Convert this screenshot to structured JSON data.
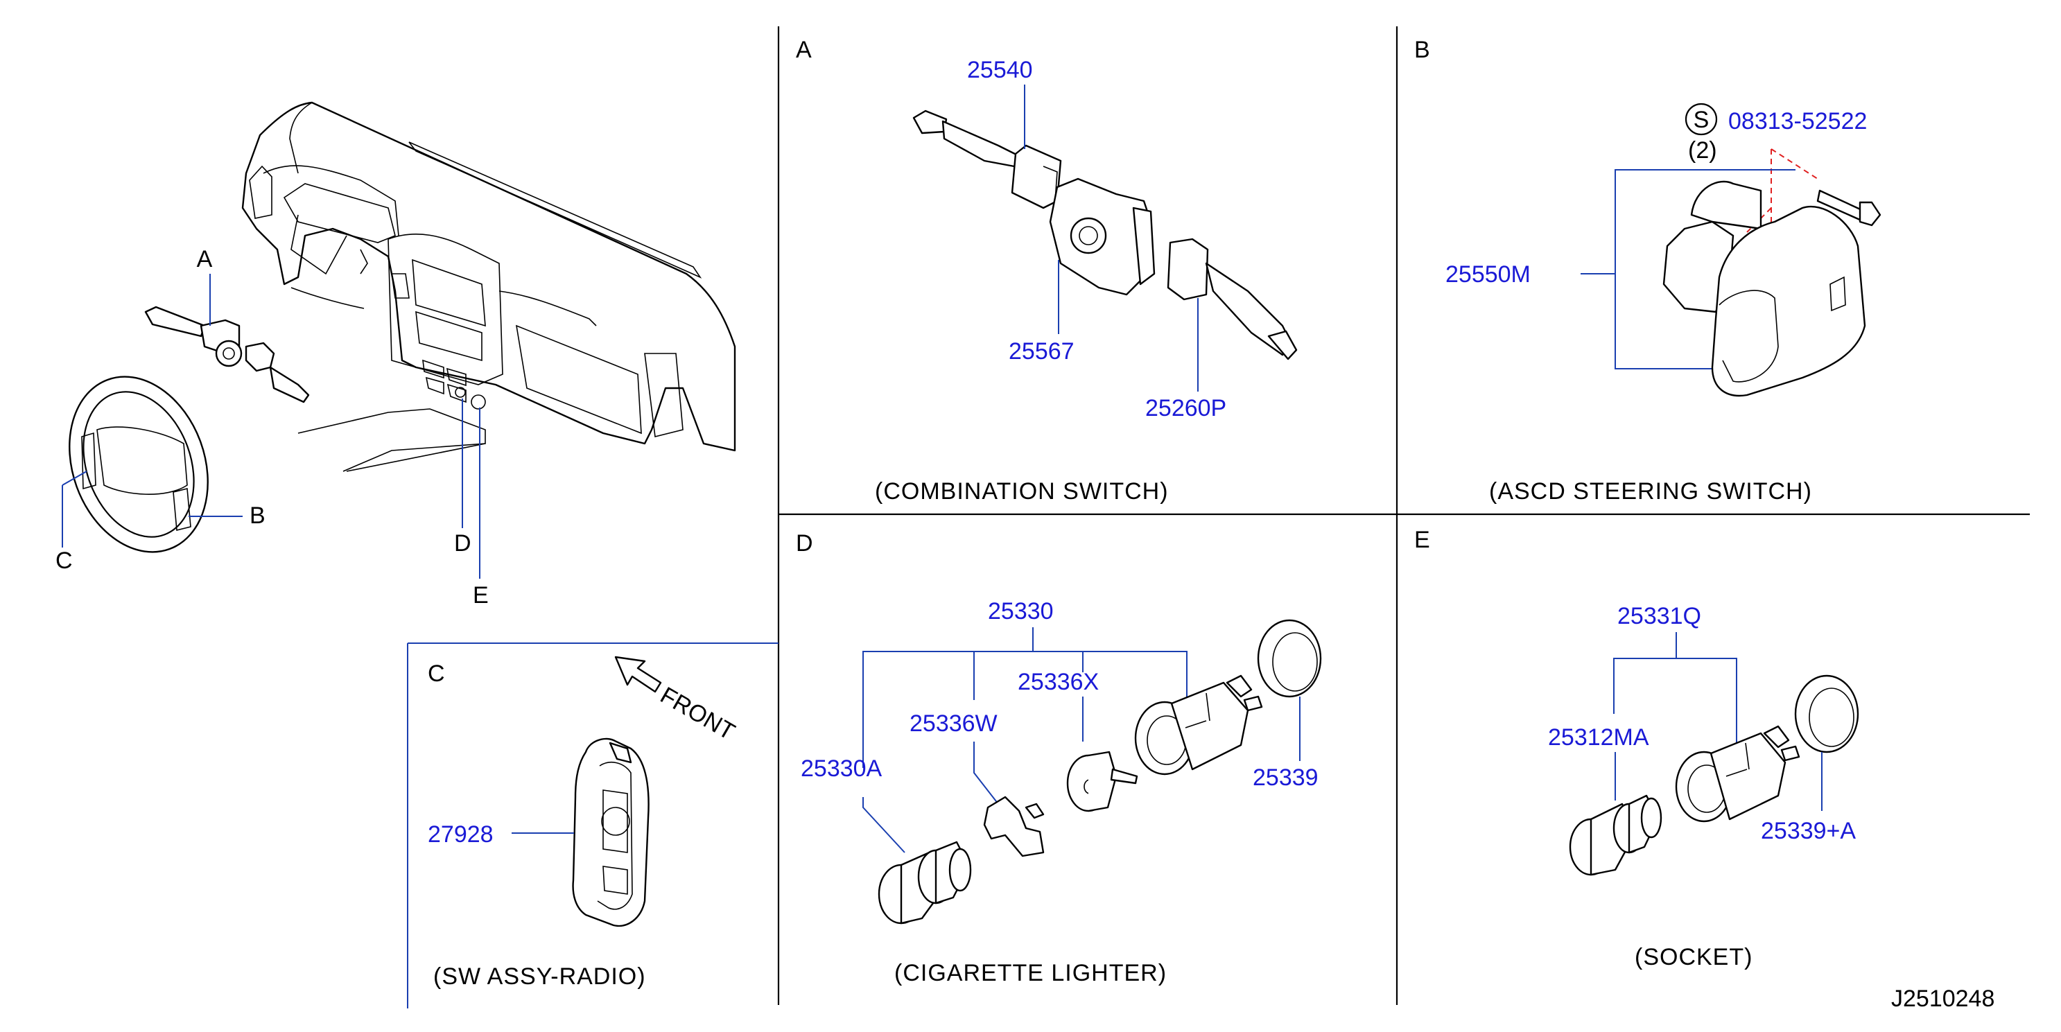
{
  "sections": {
    "A": {
      "letter": "A",
      "caption": "(COMBINATION   SWITCH)",
      "parts": [
        "25540",
        "25567",
        "25260P"
      ]
    },
    "B": {
      "letter": "B",
      "caption": "(ASCD   STEERING   SWITCH)",
      "screw_symbol": "S",
      "screw_part": "08313-52522",
      "screw_qty": "(2)",
      "parts": [
        "25550M"
      ]
    },
    "C": {
      "letter": "C",
      "caption": "(SW   ASSY-RADIO)",
      "front": "FRONT",
      "parts": [
        "27928"
      ]
    },
    "D": {
      "letter": "D",
      "caption": "(CIGARETTE   LIGHTER)",
      "parts": [
        "25330",
        "25336X",
        "25336W",
        "25330A",
        "25339"
      ]
    },
    "E": {
      "letter": "E",
      "caption": "(SOCKET)",
      "parts": [
        "25331Q",
        "25312MA",
        "25339+A"
      ]
    }
  },
  "overview": {
    "callouts": [
      "A",
      "B",
      "C",
      "D",
      "E"
    ]
  },
  "drawing_id": "J2510248",
  "colors": {
    "part_number": "#1a1ad6",
    "leader": "#1a3fb0",
    "ink": "#000000",
    "hidden_line": "#e02020"
  }
}
